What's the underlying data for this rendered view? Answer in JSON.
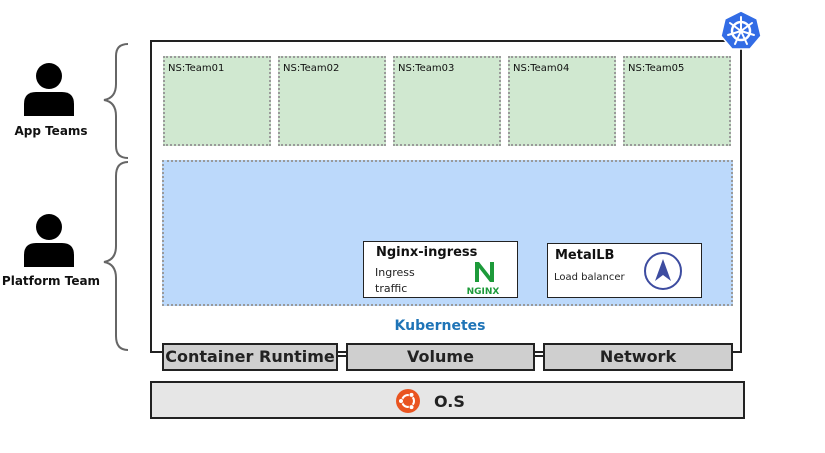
{
  "actors": {
    "app_teams": "App Teams",
    "platform_team": "Platform Team"
  },
  "namespaces": [
    "NS:Team01",
    "NS:Team02",
    "NS:Team03",
    "NS:Team04",
    "NS:Team05"
  ],
  "components": {
    "nginx": {
      "title": "Nginx-ingress",
      "desc_line1": "Ingress",
      "desc_line2": "traffic",
      "logo_text": "NGINX"
    },
    "metallb": {
      "title": "MetalLB",
      "desc": "Load balancer"
    }
  },
  "kubernetes_label": "Kubernetes",
  "layers": {
    "container_runtime": "Container Runtime",
    "volume": "Volume",
    "network": "Network",
    "os": "O.S"
  },
  "icons": [
    "person-icon",
    "kubernetes-icon",
    "nginx-logo-icon",
    "metallb-logo-icon",
    "ubuntu-icon"
  ],
  "colors": {
    "namespace_fill": "#d0e8d0",
    "platform_fill": "#bcd9fb",
    "layer_fill": "#cfcfcf",
    "os_fill": "#e6e6e6",
    "kubernetes_blue": "#326ce5",
    "kubernetes_label": "#1f74b7",
    "nginx_green": "#1d9a3a",
    "ubuntu_orange": "#e95420"
  }
}
